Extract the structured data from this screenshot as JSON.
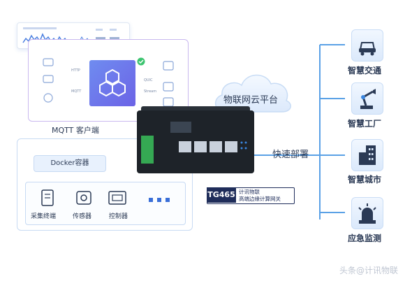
{
  "left": {
    "mqtt_client_label": "MQTT 客户端",
    "protocols": [
      "HTTP",
      "MQTT",
      "QUIC",
      "Stream"
    ],
    "docker_label": "Docker容器",
    "devices": [
      {
        "label": "采集终端",
        "icon": "terminal-icon"
      },
      {
        "label": "传感器",
        "icon": "sensor-icon"
      },
      {
        "label": "控制器",
        "icon": "controller-icon"
      },
      {
        "label": "",
        "icon": "more-dots-icon"
      }
    ]
  },
  "center": {
    "cloud_label": "物联网云平台",
    "deploy_label": "快速部署",
    "gateway_model": "TG465",
    "gateway_desc_1": "计讯物联",
    "gateway_desc_2": "高端边缘计算网关"
  },
  "right": {
    "apps": [
      {
        "label": "智慧交通",
        "icon": "car-icon"
      },
      {
        "label": "智慧工厂",
        "icon": "robot-arm-icon"
      },
      {
        "label": "智慧城市",
        "icon": "building-icon"
      },
      {
        "label": "应急监测",
        "icon": "alarm-icon"
      }
    ]
  },
  "watermark": "头条@计讯物联",
  "colors": {
    "accent": "#3a86e0",
    "lines": "#5aa1e6",
    "purple": "#6c63e6",
    "dark": "#1f2d5a"
  }
}
